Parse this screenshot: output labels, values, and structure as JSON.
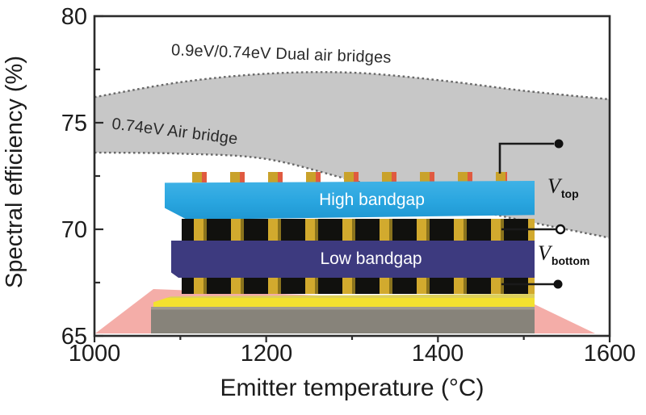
{
  "chart_data": {
    "type": "area",
    "title": "",
    "xlabel": "Emitter temperature (°C)",
    "ylabel": "Spectral efficiency (%)",
    "xlim": [
      1000,
      1600
    ],
    "ylim": [
      65,
      80
    ],
    "xticks": [
      1000,
      1200,
      1400,
      1600
    ],
    "yticks": [
      65,
      70,
      75,
      80
    ],
    "grid": false,
    "legend": "inline text annotations on curves",
    "band_fill_between_series": true,
    "series": [
      {
        "name": "0.9eV/0.74eV Dual air bridges",
        "style": "dotted",
        "x": [
          1000,
          1100,
          1200,
          1300,
          1400,
          1500,
          1600
        ],
        "values": [
          76.2,
          76.9,
          77.3,
          77.35,
          77.0,
          76.5,
          76.1
        ]
      },
      {
        "name": "0.74eV Air bridge",
        "style": "dotted",
        "x": [
          1000,
          1100,
          1200,
          1300,
          1400,
          1500,
          1600
        ],
        "values": [
          73.6,
          73.55,
          73.3,
          72.3,
          71.3,
          70.4,
          69.6
        ]
      }
    ]
  },
  "axes": {
    "ylabel": "Spectral efficiency (%)",
    "xlabel": "Emitter temperature (°C)",
    "yticks": [
      "80",
      "75",
      "70",
      "65"
    ],
    "xticks": [
      "1000",
      "1200",
      "1400",
      "1600"
    ]
  },
  "annotations": {
    "upper_curve_label": "0.9eV/0.74eV Dual air bridges",
    "lower_curve_label": "0.74eV Air bridge"
  },
  "device": {
    "high_layer_label": "High bandgap",
    "low_layer_label": "Low bandgap",
    "v_top_symbol": "V",
    "v_top_sub": "top",
    "v_bottom_symbol": "V",
    "v_bottom_sub": "bottom"
  },
  "colors": {
    "band": "#c7c7c7",
    "curve_dash": "#696969",
    "high_bandgap_blue": "#29a5df",
    "low_bandgap_indigo": "#3d3a7f",
    "pillar_yellow": "#d2aa2e",
    "substrate_yellow": "#f3e12f",
    "base_gray": "#87837a",
    "emission_glow_pink": "#f3a49f",
    "frame": "#2b2b2b"
  }
}
